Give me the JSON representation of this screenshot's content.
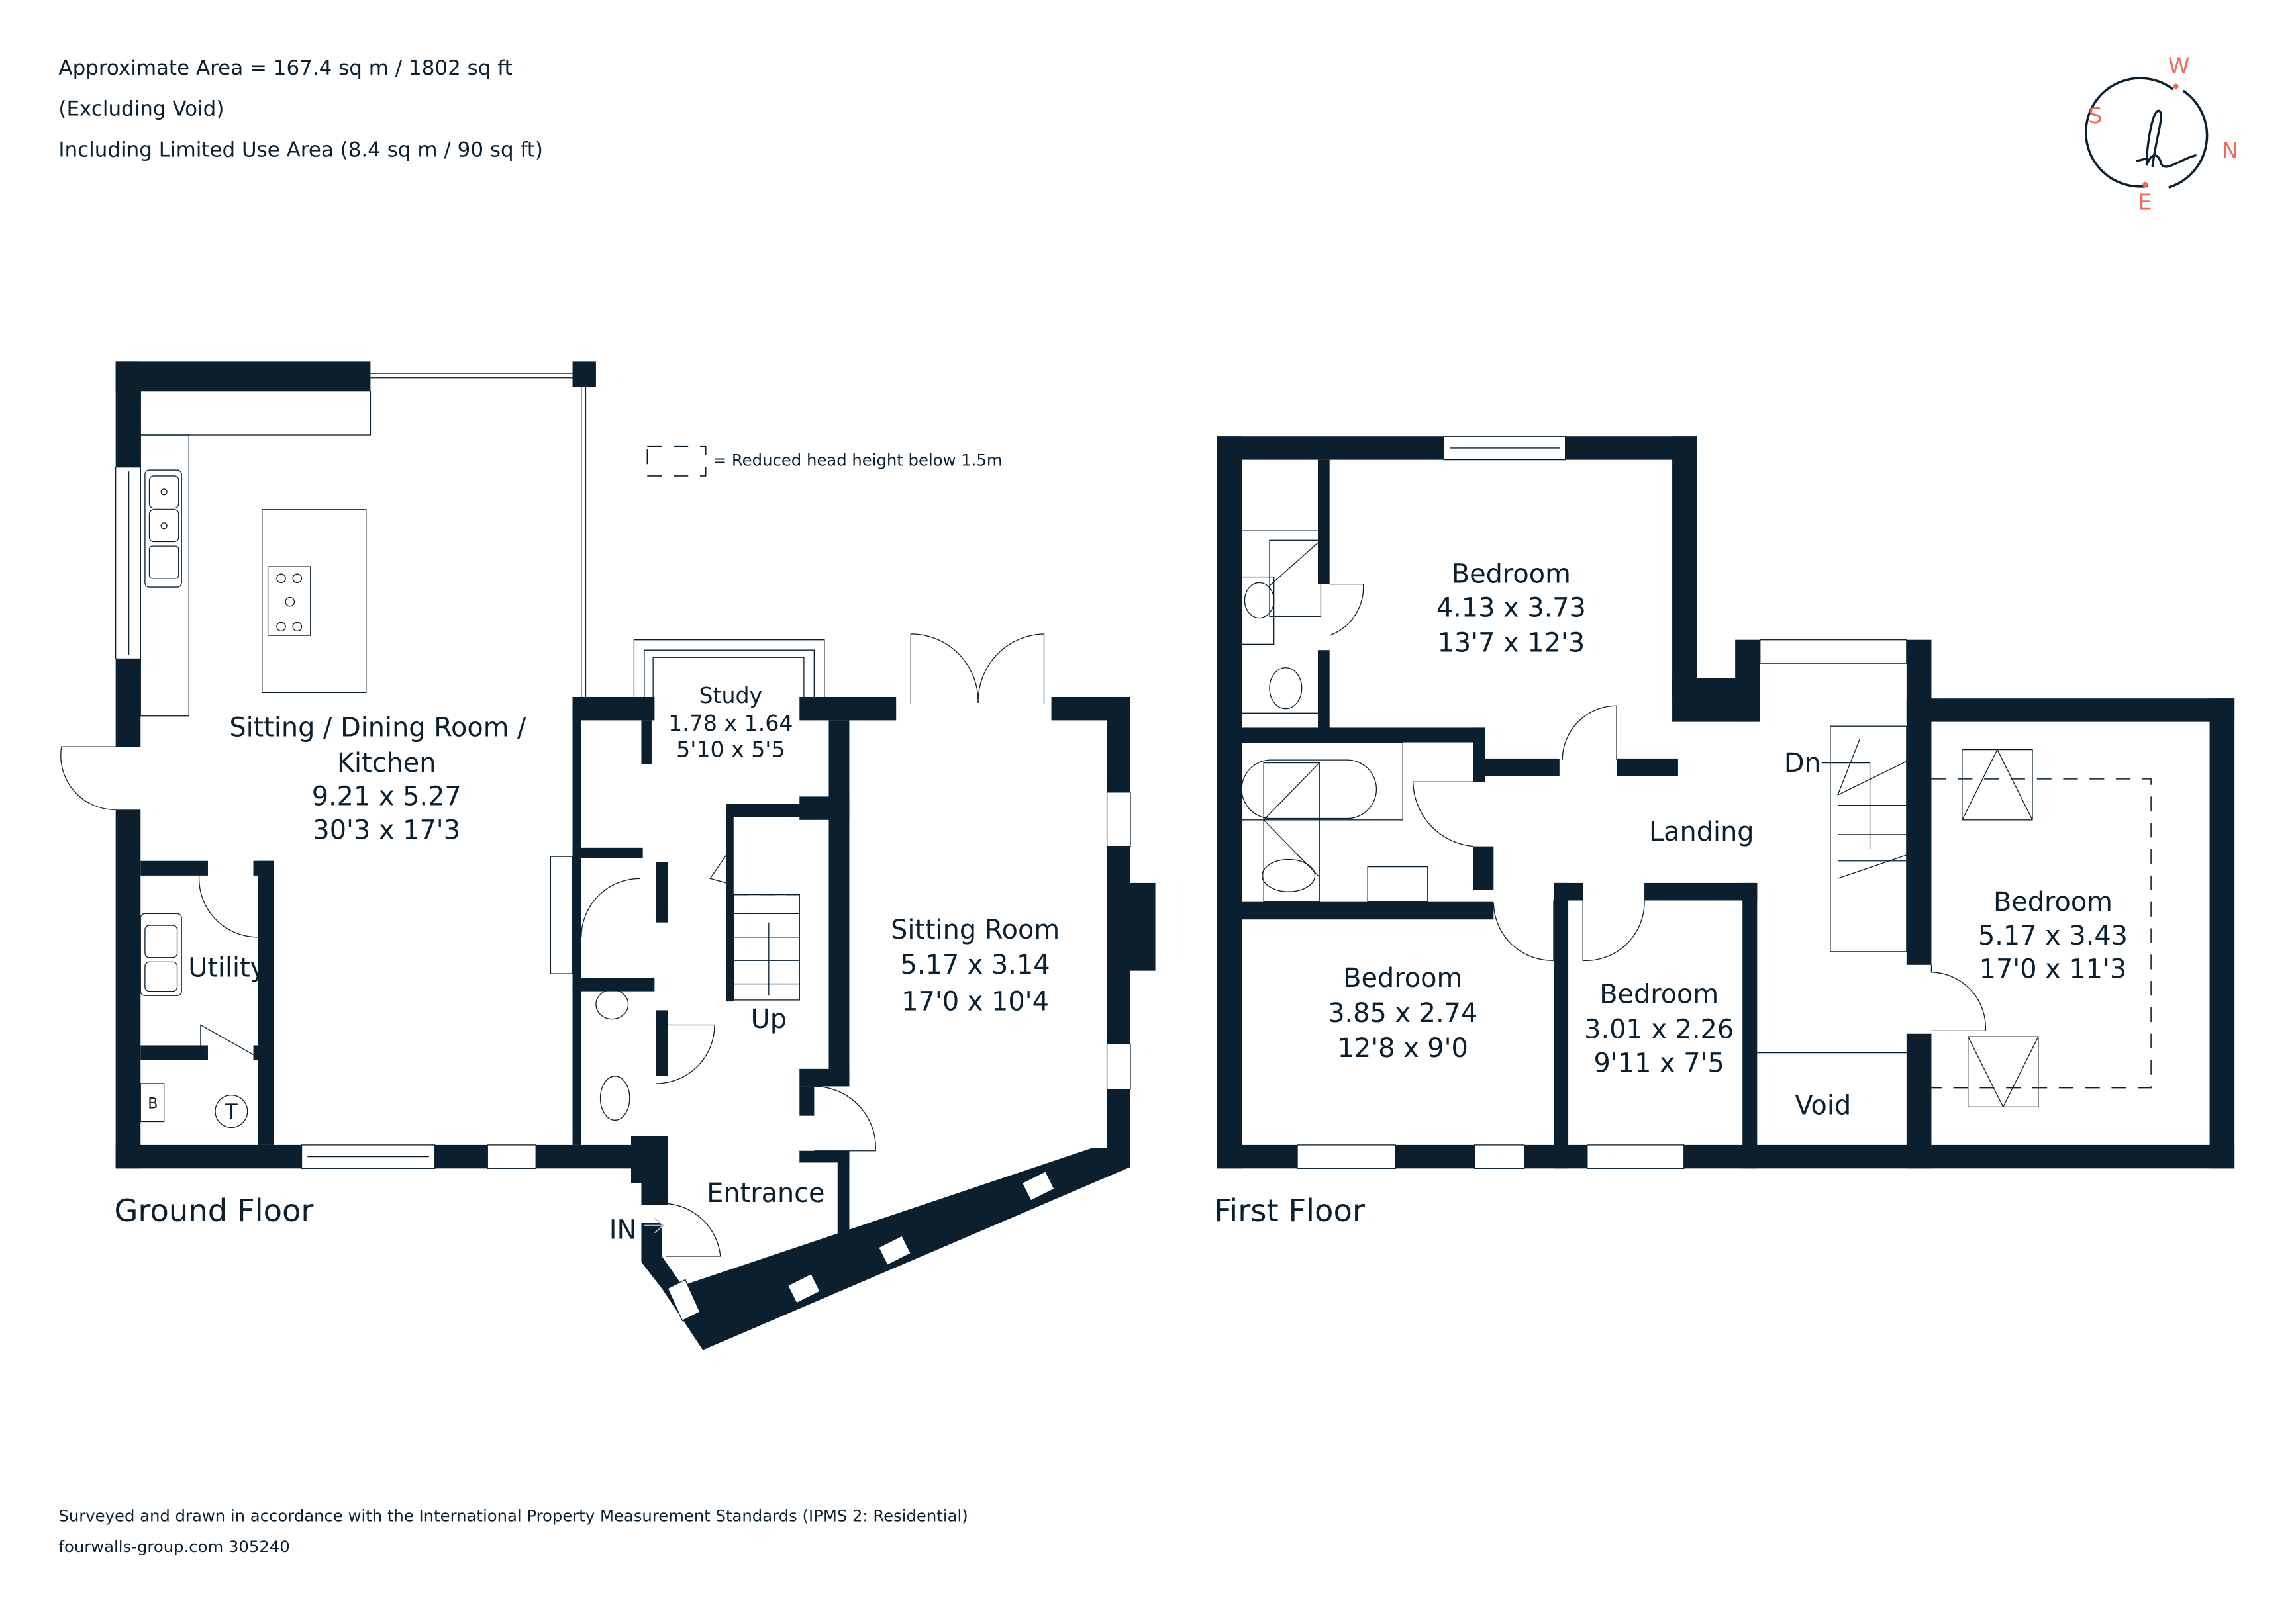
{
  "header": {
    "area_line": "Approximate Area = 167.4 sq m / 1802 sq ft",
    "excluding_line": "(Excluding Void)",
    "limited_use_line": "Including Limited Use Area (8.4 sq m / 90 sq ft)"
  },
  "legend": {
    "reduced_head_height": "= Reduced head height below 1.5m"
  },
  "compass": {
    "north": "N",
    "south": "S",
    "east": "E",
    "west": "W",
    "logo_glyph": "h",
    "accent_color": "#ee6a5f",
    "ring_color": "#0b1f2e"
  },
  "colors": {
    "wall": "#0b1f2e",
    "background": "#ffffff"
  },
  "ground_floor": {
    "label": "Ground Floor",
    "rooms": {
      "kitchen": {
        "name_line1": "Sitting / Dining Room /",
        "name_line2": "Kitchen",
        "metric": "9.21 x 5.27",
        "imperial": "30'3 x 17'3"
      },
      "study": {
        "name": "Study",
        "metric": "1.78 x 1.64",
        "imperial": "5'10 x 5'5"
      },
      "sitting_room": {
        "name": "Sitting Room",
        "metric": "5.17 x 3.14",
        "imperial": "17'0 x 10'4"
      },
      "utility": {
        "name": "Utility"
      },
      "entrance": {
        "name": "Entrance"
      }
    },
    "stairs_label": "Up",
    "in_label": "IN",
    "boiler_label": "B",
    "tank_label": "T"
  },
  "first_floor": {
    "label": "First Floor",
    "rooms": {
      "bedroom_1": {
        "name": "Bedroom",
        "metric": "4.13 x 3.73",
        "imperial": "13'7 x 12'3"
      },
      "bedroom_2": {
        "name": "Bedroom",
        "metric": "3.85 x 2.74",
        "imperial": "12'8 x 9'0"
      },
      "bedroom_3": {
        "name": "Bedroom",
        "metric": "3.01 x 2.26",
        "imperial": "9'11 x 7'5"
      },
      "bedroom_4": {
        "name": "Bedroom",
        "metric": "5.17 x 3.43",
        "imperial": "17'0 x 11'3"
      },
      "landing": {
        "name": "Landing"
      },
      "void": {
        "name": "Void"
      }
    },
    "stairs_label": "Dn"
  },
  "footer": {
    "standards_note": "Surveyed and drawn in accordance with the International Property Measurement Standards (IPMS 2: Residential)",
    "reference": "fourwalls-group.com 305240"
  }
}
